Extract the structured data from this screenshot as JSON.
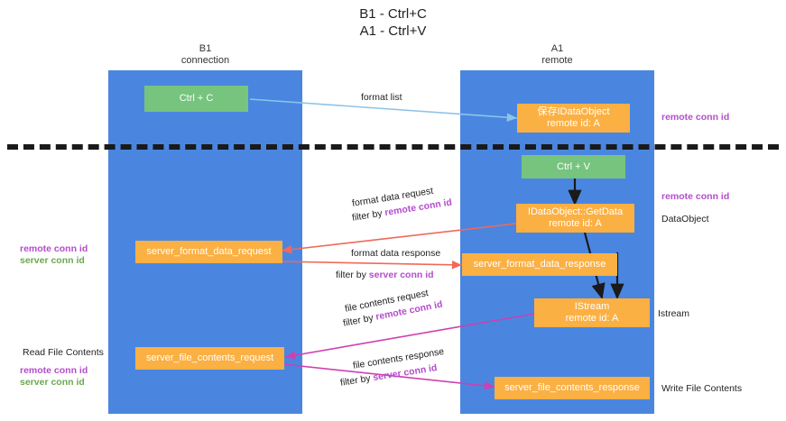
{
  "title": {
    "line1": "B1 - Ctrl+C",
    "line2": "A1 - Ctrl+V"
  },
  "lanes": [
    {
      "name": "B1",
      "sub": "connection"
    },
    {
      "name": "A1",
      "sub": "remote"
    }
  ],
  "nodes": {
    "ctrl_c": "Ctrl + C",
    "ctrl_v": "Ctrl + V",
    "save_dataobject_l1": "保存IDataObject",
    "save_dataobject_l2": "remote id: A",
    "getdata_l1": "IDataObject::GetData",
    "getdata_l2": "remote id: A",
    "istream_l1": "IStream",
    "istream_l2": "remote id: A",
    "server_format_data_request": "server_format_data_request",
    "server_format_data_response": "server_format_data_response",
    "server_file_contents_request": "server_file_contents_request",
    "server_file_contents_response": "server_file_contents_response"
  },
  "edges": {
    "format_list": "format list",
    "format_data_request": "format data request",
    "format_data_request_filter_prefix": "filter by ",
    "format_data_request_filter_key": "remote conn id",
    "format_data_response": "format data response",
    "format_data_response_filter_prefix": "filter by ",
    "format_data_response_filter_key": "server conn id",
    "file_contents_request": "file contents request",
    "file_contents_request_filter_prefix": "filter by ",
    "file_contents_request_filter_key": "remote conn id",
    "file_contents_response": "file contents response",
    "file_contents_response_filter_prefix": "filter by ",
    "file_contents_response_filter_key": "server conn id"
  },
  "annotations": {
    "right_remote_conn_id_top": "remote conn id",
    "right_remote_conn_id_mid": "remote conn id",
    "right_dataobject": "DataObject",
    "right_istream": "Istream",
    "right_write_file_contents": "Write File Contents",
    "left_remote_conn_id_mid": "remote conn id",
    "left_server_conn_id_mid": "server conn id",
    "left_read_file_contents": "Read File Contents",
    "left_remote_conn_id_bottom": "remote conn id",
    "left_server_conn_id_bottom": "server conn id"
  },
  "colors": {
    "lane": "#4a86e0",
    "green_node": "#76c47e",
    "orange_node": "#fbb043",
    "purple_text": "#b44ccd",
    "green_text": "#6aa84f",
    "arrow_blue": "#8ec3ea",
    "arrow_red": "#f0695a",
    "arrow_magenta": "#cf3fb0",
    "arrow_black": "#1a1a1a",
    "divider": "#1a1a1a"
  }
}
